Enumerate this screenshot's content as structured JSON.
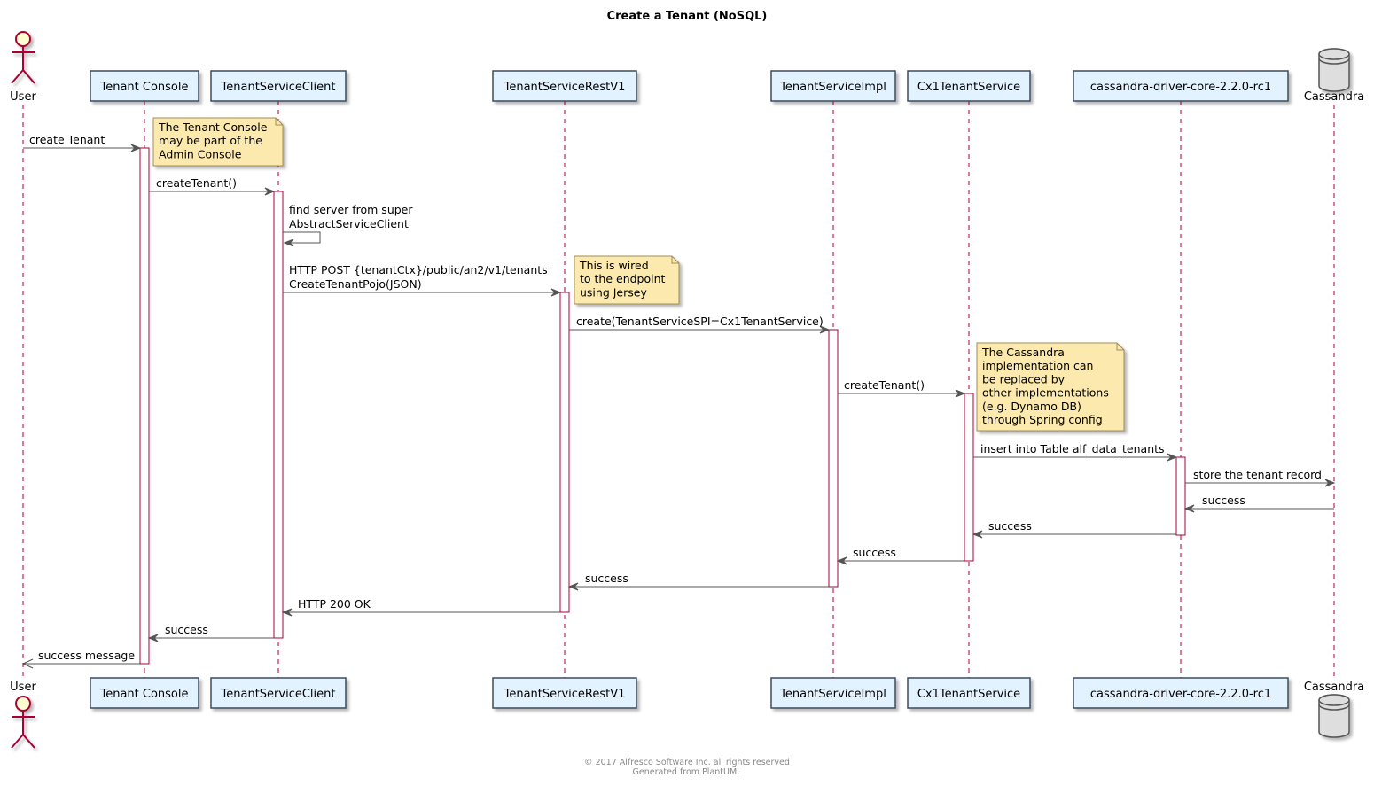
{
  "title": "Create a Tenant (NoSQL)",
  "footer": [
    "© 2017 Alfresco Software Inc. all rights reserved",
    "Generated from PlantUML"
  ],
  "participants": [
    {
      "id": "user",
      "label": "User",
      "kind": "actor"
    },
    {
      "id": "console",
      "label": "Tenant Console",
      "kind": "box"
    },
    {
      "id": "client",
      "label": "TenantServiceClient",
      "kind": "box"
    },
    {
      "id": "rest",
      "label": "TenantServiceRestV1",
      "kind": "box"
    },
    {
      "id": "impl",
      "label": "TenantServiceImpl",
      "kind": "box"
    },
    {
      "id": "cx1",
      "label": "Cx1TenantService",
      "kind": "box"
    },
    {
      "id": "driver",
      "label": "cassandra-driver-core-2.2.0-rc1",
      "kind": "box"
    },
    {
      "id": "cassandra",
      "label": "Cassandra",
      "kind": "database"
    }
  ],
  "messages": [
    {
      "from": "user",
      "to": "console",
      "lines": [
        "create Tenant"
      ],
      "style": "sync"
    },
    {
      "from": "console",
      "to": "client",
      "lines": [
        "createTenant()"
      ],
      "style": "sync"
    },
    {
      "from": "client",
      "to": "client",
      "lines": [
        "find server from super",
        "AbstractServiceClient"
      ],
      "style": "self"
    },
    {
      "from": "client",
      "to": "rest",
      "lines": [
        "HTTP POST {tenantCtx}/public/an2/v1/tenants",
        "CreateTenantPojo(JSON)"
      ],
      "style": "sync"
    },
    {
      "from": "rest",
      "to": "impl",
      "lines": [
        "create(TenantServiceSPI=Cx1TenantService)"
      ],
      "style": "sync"
    },
    {
      "from": "impl",
      "to": "cx1",
      "lines": [
        "createTenant()"
      ],
      "style": "sync"
    },
    {
      "from": "cx1",
      "to": "driver",
      "lines": [
        "insert into Table alf_data_tenants"
      ],
      "style": "sync"
    },
    {
      "from": "driver",
      "to": "cassandra",
      "lines": [
        "store the tenant record"
      ],
      "style": "sync"
    },
    {
      "from": "cassandra",
      "to": "driver",
      "lines": [
        "success"
      ],
      "style": "sync"
    },
    {
      "from": "driver",
      "to": "cx1",
      "lines": [
        "success"
      ],
      "style": "sync"
    },
    {
      "from": "cx1",
      "to": "impl",
      "lines": [
        "success"
      ],
      "style": "sync"
    },
    {
      "from": "impl",
      "to": "rest",
      "lines": [
        "success"
      ],
      "style": "sync"
    },
    {
      "from": "rest",
      "to": "client",
      "lines": [
        "HTTP 200 OK"
      ],
      "style": "sync"
    },
    {
      "from": "client",
      "to": "console",
      "lines": [
        "success"
      ],
      "style": "sync"
    },
    {
      "from": "console",
      "to": "user",
      "lines": [
        "success message"
      ],
      "style": "async"
    }
  ],
  "notes": [
    {
      "lines": [
        "The Tenant Console",
        "may be part of the",
        "Admin Console"
      ]
    },
    {
      "lines": [
        "This is wired",
        "to the endpoint",
        "using Jersey"
      ]
    },
    {
      "lines": [
        "The Cassandra",
        "implementation can",
        "be replaced by",
        "other implementations",
        "(e.g. Dynamo DB)",
        "through Spring config"
      ]
    }
  ],
  "colors": {
    "participant_fill": "#E2F2FE",
    "participant_border": "#3D4C5E",
    "actor_fill": "#FEFECE",
    "actor_border": "#A80036",
    "lifeline": "#A80036",
    "activation_fill": "#FFFFFF",
    "note_fill": "#FBE9AE",
    "note_border": "#A08E55",
    "database_fill": "#DEDEDE",
    "database_border": "#555555",
    "arrow": "#555555"
  }
}
